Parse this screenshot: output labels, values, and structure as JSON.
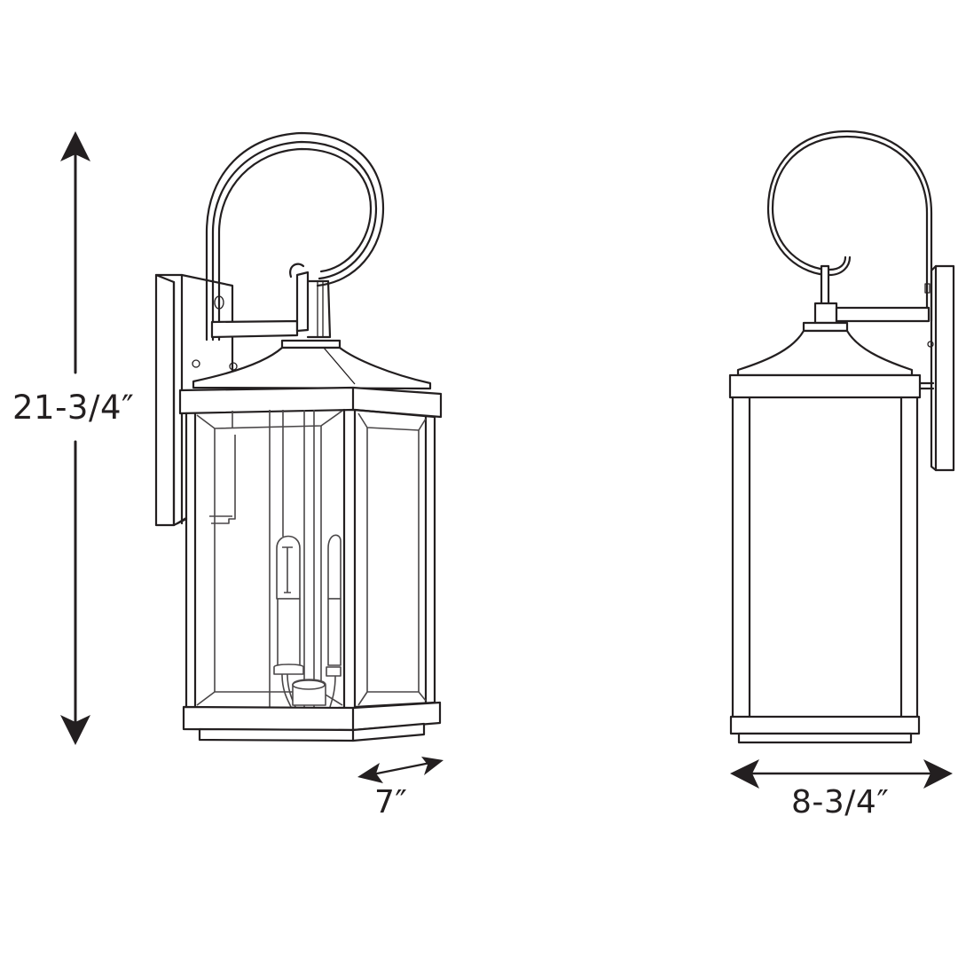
{
  "diagram": {
    "title": "Outdoor wall lantern dimension drawing",
    "views": [
      {
        "id": "perspective",
        "description": "Three-quarter view of wall lantern with scroll arm and two candle bulbs"
      },
      {
        "id": "side-elevation",
        "description": "Side elevation of wall lantern with scroll arm and backplate"
      }
    ],
    "dimensions": {
      "height": {
        "label": "21-3/4″",
        "orientation": "vertical"
      },
      "depth": {
        "label": "7″",
        "orientation": "diagonal"
      },
      "width": {
        "label": "8-3/4″",
        "orientation": "horizontal"
      }
    },
    "colors": {
      "line": "#231f20",
      "background": "#ffffff"
    }
  }
}
